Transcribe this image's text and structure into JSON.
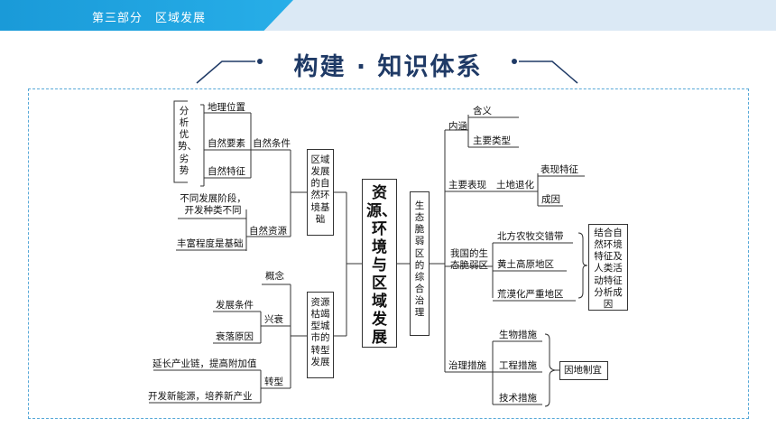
{
  "header": {
    "section": "第三部分　区域发展"
  },
  "title": "构建 · 知识体系",
  "diagram": {
    "center": "资源、环境与区域发展",
    "left": {
      "natural_basis": "区域发展的自然环境基础",
      "analysis_note": "分析优势、劣势",
      "natural_conditions": "自然条件",
      "location": "地理位置",
      "natural_elements": "自然要素",
      "natural_features": "自然特征",
      "natural_resources": "自然资源",
      "stage_note": "不同发展阶段，开发种类不同",
      "richness": "丰富程度是基础",
      "resource_city": "资源枯竭型城市的转型发展",
      "concept": "概念",
      "rise_fall": "兴衰",
      "dev_conditions": "发展条件",
      "decline_causes": "衰落原因",
      "transformation": "转型",
      "extend_chain": "延长产业链，提高附加值",
      "new_energy": "开发新能源，培养新产业"
    },
    "right": {
      "eco_fragile": "生态脆弱区的综合治理",
      "connotation": "内涵",
      "meaning": "含义",
      "main_types": "主要类型",
      "manifestation": "主要表现",
      "land_degradation": "土地退化",
      "features": "表现特征",
      "causes": "成因",
      "china_fragile": "我国的生态脆弱区",
      "north_ecotone": "北方农牧交错带",
      "loess": "黄土高原地区",
      "desert": "荒漠化严重地区",
      "combine_note": "结合自然环境特征及人类活动特征分析成因",
      "governance": "治理措施",
      "bio": "生物措施",
      "engineering": "工程措施",
      "tech": "技术措施",
      "local": "因地制宜"
    }
  }
}
